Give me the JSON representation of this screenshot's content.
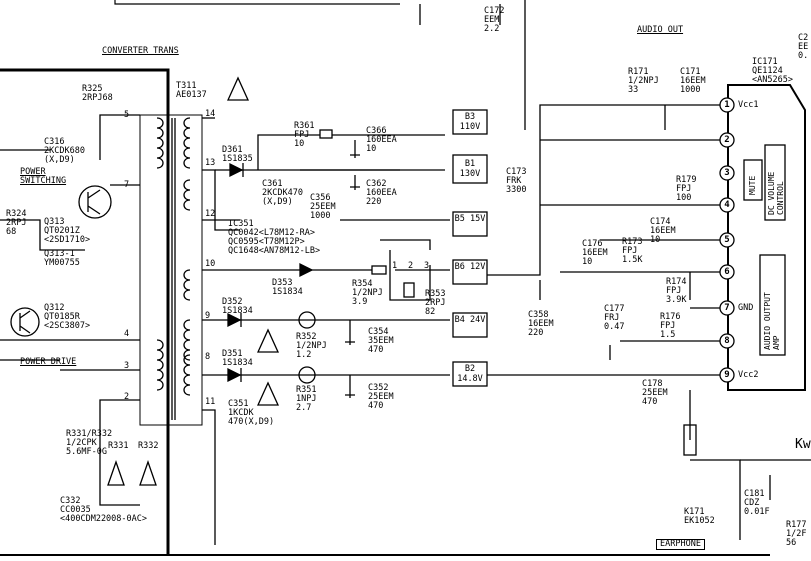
{
  "headers": {
    "converter": "CONVERTER TRANS",
    "audio_out": "AUDIO OUT",
    "power_switching": "POWER\nSWITCHING",
    "power_drive": "POWER DRIVE",
    "kw": "Kw",
    "earphone": "EARPHONE"
  },
  "components": {
    "r325": "R325\n2RPJ68",
    "t311": "T311\nAE0137",
    "c316": "C316\n2KCDK680\n(X,D9)",
    "r324": "R324\n2RPJ\n68",
    "q313": "Q313\nQT0201Z\n<2SD1710>",
    "q3131": "Q313-1\nYM00755",
    "q312": "Q312\nQT0185R\n<2SC3807>",
    "d361": "D361\n1S1835",
    "c361": "C361\n2KCDK470\n(X,D9)",
    "ic351": "IC351\nQC0042<L78M12-RA>\nQC0595<T78M12P>\nQC1648<AN78M12-LB>",
    "r361": "R361\nFPJ\n10",
    "c366": "C366\n160EEA\n10",
    "c356": "C356\n25EEM\n1000",
    "c362": "C362\n160EEA\n220",
    "d353": "D353\n1S1834",
    "r354": "R354\n1/2NPJ\n3.9",
    "r353": "R353\n2RPJ\n82",
    "d352": "D352\n1S1834",
    "r352": "R352\n1/2NPJ\n1.2",
    "c354": "C354\n35EEM\n470",
    "d351": "D351\n1S1834",
    "r351": "R351\n1NPJ\n2.7",
    "c352": "C352\n25EEM\n470",
    "c351": "C351\n1KCDK\n470(X,D9)",
    "r331": "R331/R332\n1/2CPK\n5.6MF-0G",
    "r331s": "R331",
    "r332s": "R332",
    "c332": "C332\nCC0035\n<400CDM22008-0AC>",
    "c172": "C172\nEEM\n2.2",
    "c173": "C173\nFRK\n3300",
    "c358": "C358\n16EEM\n220",
    "r171": "R171\n1/2NPJ\n33",
    "c171": "C171\n16EEM\n1000",
    "ic171": "IC171\nQE1124\n<AN5265>",
    "r179": "R179\nFPJ\n100",
    "c174": "C174\n16EEM\n10",
    "c176": "C176\n16EEM\n10",
    "r173": "R173\nFPJ\n1.5K",
    "r174": "R174\nFPJ\n3.9K",
    "c177": "C177\nFRJ\n0.47",
    "r176": "R176\nFPJ\n1.5",
    "c178": "C178\n25EEM\n470",
    "k171": "K171\nEK1052",
    "c181": "C181\nCDZ\n0.01F",
    "r177": "R177\n1/2F\n56",
    "c2x": "C2\nEE\n0."
  },
  "boxes": {
    "b3": "B3\n110V",
    "b1": "B1\n130V",
    "b5": "B5\n15V",
    "b6": "B6\n12V",
    "b4": "B4\n24V",
    "b2": "B2\n14.8V"
  },
  "ic_blocks": {
    "mute": "MUTE",
    "dc_volume": "DC VOLUME\nCONTROL",
    "audio_amp": "AUDIO OUTPUT\nAMP",
    "vcc1": "Vcc1",
    "gnd": "GND",
    "vcc2": "Vcc2"
  },
  "pins": [
    "1",
    "2",
    "3",
    "4",
    "5",
    "6",
    "7",
    "8",
    "9"
  ],
  "trans_pins": [
    "5",
    "7",
    "4",
    "3",
    "2",
    "14",
    "13",
    "12",
    "10",
    "9",
    "8",
    "11"
  ],
  "reg_pins": [
    "1",
    "2",
    "3"
  ]
}
